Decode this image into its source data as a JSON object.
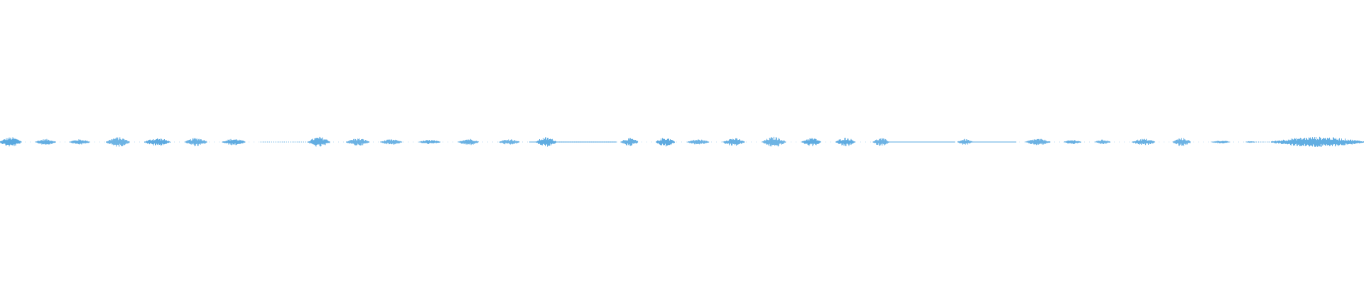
{
  "waveform": {
    "color": "#5aa9e0",
    "segments": [
      {
        "start": 0.0,
        "end": 0.016,
        "level": 0.32
      },
      {
        "start": 0.026,
        "end": 0.041,
        "level": 0.2
      },
      {
        "start": 0.051,
        "end": 0.066,
        "level": 0.18
      },
      {
        "start": 0.078,
        "end": 0.095,
        "level": 0.32
      },
      {
        "start": 0.106,
        "end": 0.125,
        "level": 0.26
      },
      {
        "start": 0.136,
        "end": 0.152,
        "level": 0.28
      },
      {
        "start": 0.163,
        "end": 0.18,
        "level": 0.22
      },
      {
        "start": 0.226,
        "end": 0.242,
        "level": 0.34
      },
      {
        "start": 0.254,
        "end": 0.271,
        "level": 0.25
      },
      {
        "start": 0.279,
        "end": 0.295,
        "level": 0.18
      },
      {
        "start": 0.307,
        "end": 0.323,
        "level": 0.14
      },
      {
        "start": 0.336,
        "end": 0.351,
        "level": 0.22
      },
      {
        "start": 0.366,
        "end": 0.381,
        "level": 0.2
      },
      {
        "start": 0.393,
        "end": 0.408,
        "level": 0.32
      },
      {
        "start": 0.455,
        "end": 0.468,
        "level": 0.26
      },
      {
        "start": 0.481,
        "end": 0.495,
        "level": 0.3
      },
      {
        "start": 0.504,
        "end": 0.52,
        "level": 0.18
      },
      {
        "start": 0.53,
        "end": 0.546,
        "level": 0.26
      },
      {
        "start": 0.559,
        "end": 0.576,
        "level": 0.34
      },
      {
        "start": 0.588,
        "end": 0.602,
        "level": 0.28
      },
      {
        "start": 0.613,
        "end": 0.627,
        "level": 0.3
      },
      {
        "start": 0.64,
        "end": 0.652,
        "level": 0.26
      },
      {
        "start": 0.702,
        "end": 0.713,
        "level": 0.2
      },
      {
        "start": 0.752,
        "end": 0.77,
        "level": 0.22
      },
      {
        "start": 0.78,
        "end": 0.793,
        "level": 0.14
      },
      {
        "start": 0.803,
        "end": 0.814,
        "level": 0.16
      },
      {
        "start": 0.83,
        "end": 0.847,
        "level": 0.22
      },
      {
        "start": 0.86,
        "end": 0.873,
        "level": 0.28
      },
      {
        "start": 0.888,
        "end": 0.902,
        "level": 0.1
      },
      {
        "start": 0.913,
        "end": 0.921,
        "level": 0.06
      },
      {
        "start": 0.932,
        "end": 1.0,
        "level": 0.34
      }
    ],
    "connectors": [
      {
        "start": 0.388,
        "end": 0.452
      },
      {
        "start": 0.652,
        "end": 0.7
      },
      {
        "start": 0.713,
        "end": 0.745
      }
    ],
    "traces": [
      {
        "start": 0.191,
        "end": 0.226
      },
      {
        "start": 0.41,
        "end": 0.452
      },
      {
        "start": 0.921,
        "end": 0.932
      }
    ]
  }
}
